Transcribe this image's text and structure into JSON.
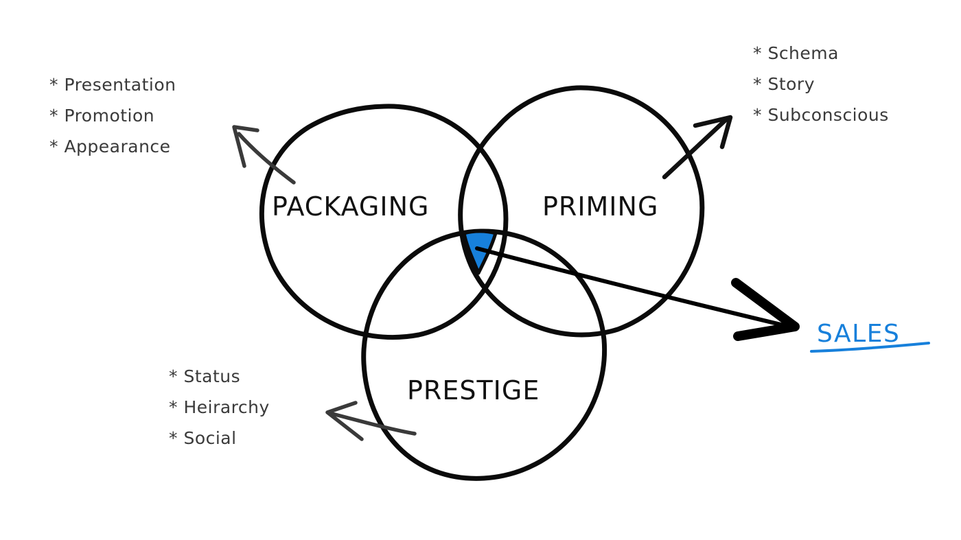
{
  "circles": {
    "packaging": "PACKAGING",
    "priming": "PRIMING",
    "prestige": "PRESTIGE"
  },
  "lists": {
    "packaging": [
      "* Presentation",
      "* Promotion",
      "* Appearance"
    ],
    "priming": [
      "* Schema",
      "* Story",
      "* Subconscious"
    ],
    "prestige": [
      "* Status",
      "* Heirarchy",
      "* Social"
    ]
  },
  "outcome": {
    "label": "SALES",
    "color": "#1780db"
  },
  "colors": {
    "ink": "#0b0b0b",
    "arrow": "#3a3a3a",
    "accent": "#1780db"
  }
}
